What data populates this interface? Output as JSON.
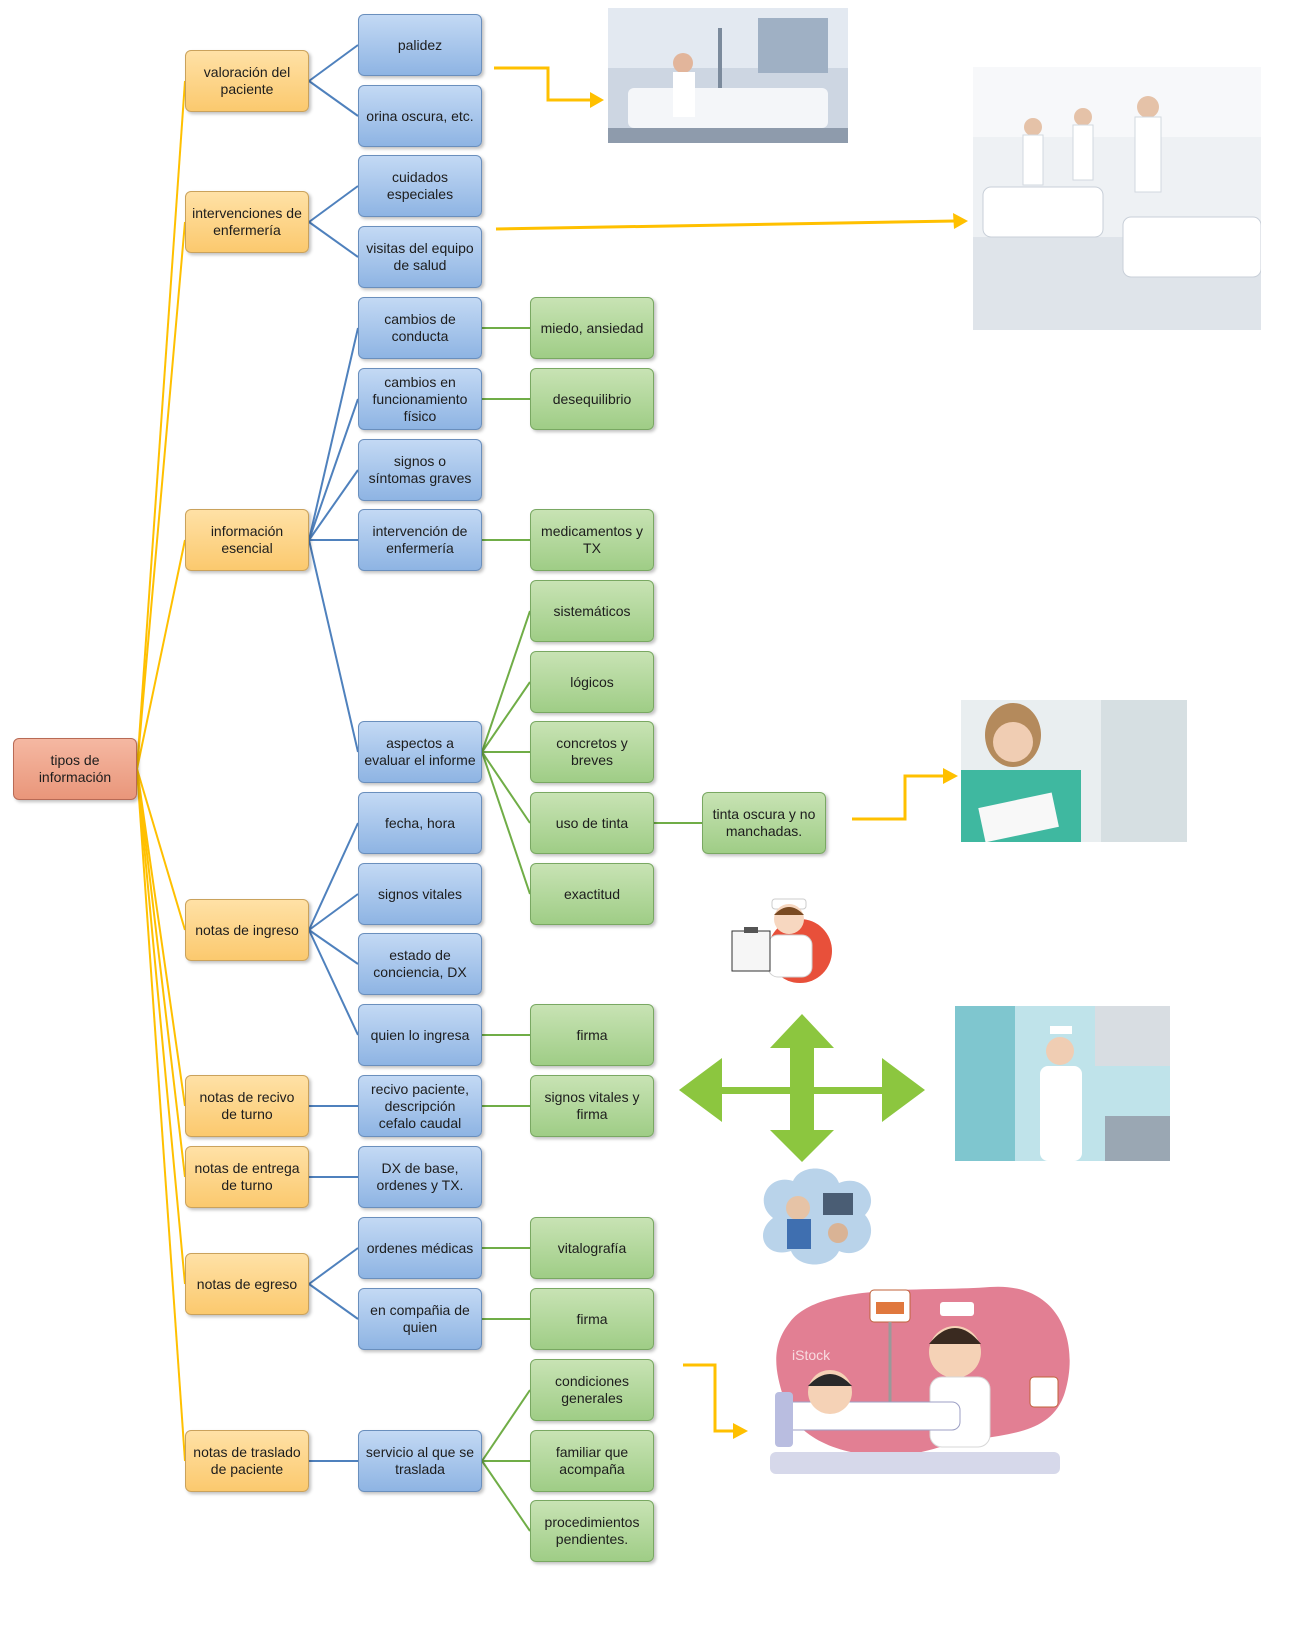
{
  "root": "tipos de información",
  "level1": [
    "valoración del paciente",
    "intervenciones de enfermería",
    "información esencial",
    "notas de ingreso",
    "notas de recivo de turno",
    "notas de entrega de turno",
    "notas de egreso",
    "notas de traslado de paciente"
  ],
  "level2": [
    "palidez",
    "orina oscura, etc.",
    "cuidados especiales",
    "visitas del equipo de salud",
    "cambios de conducta",
    "cambios en funcionamiento físico",
    "signos o síntomas graves",
    "intervención de enfermería",
    "aspectos a evaluar el informe",
    "fecha, hora",
    "signos vitales",
    "estado de conciencia, DX",
    "quien lo ingresa",
    "recivo paciente, descripción cefalo caudal",
    "DX de base, ordenes y TX.",
    "ordenes médicas",
    "en compañia de quien",
    "servicio al que se traslada"
  ],
  "level3": [
    "miedo, ansiedad",
    "desequilibrio",
    "medicamentos y TX",
    "sistemáticos",
    "lógicos",
    "concretos y breves",
    "uso de tinta",
    "exactitud",
    "firma",
    "signos vitales y firma",
    "vitalografía",
    "firma",
    "condiciones generales",
    "familiar que acompaña",
    "procedimientos pendientes."
  ],
  "level4": [
    "tinta oscura y no manchadas."
  ],
  "colors": {
    "connector_root": "#ffc000",
    "connector_blue": "#4f81bd",
    "connector_green": "#70ad47",
    "arrow_yellow": "#ffc000",
    "cross_arrow": "#8cc63f"
  },
  "images": [
    "icu-nurse-photo",
    "hospital-ward-photo",
    "nurse-writing-photo",
    "nurse-clipboard-cartoon",
    "nurse-syringe-photo",
    "nurses-collage-cloud",
    "nurse-patient-illustration"
  ],
  "watermark": "iStock"
}
